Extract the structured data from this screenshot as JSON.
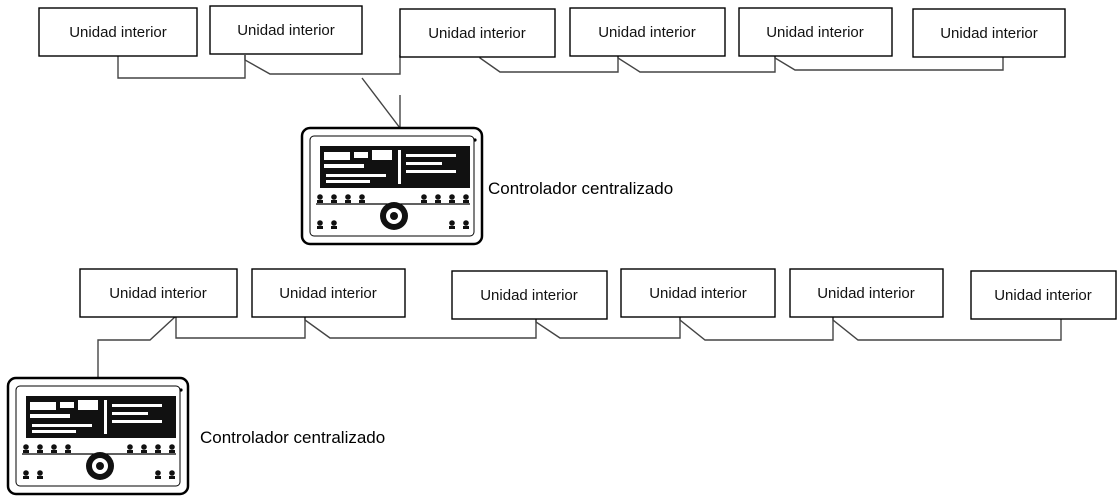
{
  "top_group": {
    "units": [
      "Unidad interior",
      "Unidad interior",
      "Unidad interior",
      "Unidad interior",
      "Unidad interior",
      "Unidad interior"
    ],
    "controller_label": "Controlador centralizado"
  },
  "bottom_group": {
    "units": [
      "Unidad interior",
      "Unidad interior",
      "Unidad interior",
      "Unidad interior",
      "Unidad interior",
      "Unidad interior"
    ],
    "controller_label": "Controlador centralizado"
  }
}
